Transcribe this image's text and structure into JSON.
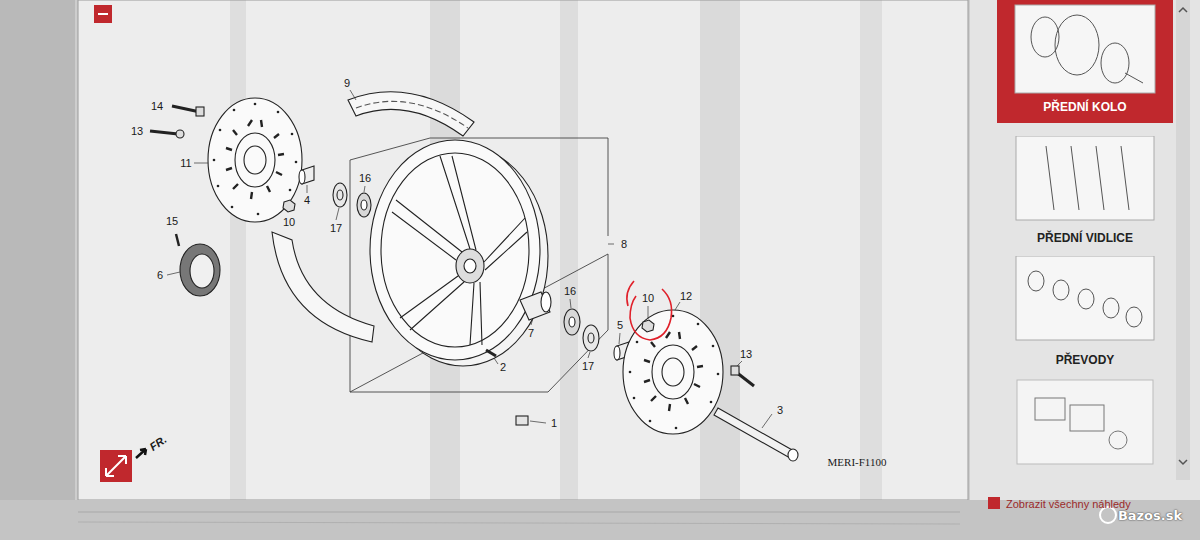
{
  "diagram": {
    "nodes": [
      {
        "text": [
          "PŘEDNÍ KOLO"
        ]
      },
      {
        "text": [
          "PŘEDNÍ VIDLICE"
        ]
      },
      {
        "text": [
          "PŘEVODY"
        ]
      }
    ],
    "labels": [
      "14",
      "13",
      "11",
      "9",
      "16",
      "4",
      "10",
      "17",
      "15",
      "6",
      "8",
      "7",
      "16",
      "5",
      "10",
      "12",
      "17",
      "2",
      "13",
      "3",
      "1",
      "FR.",
      "MERI-F1100",
      "Zobrazit všechny náhledy",
      "Bazos.sk"
    ]
  }
}
